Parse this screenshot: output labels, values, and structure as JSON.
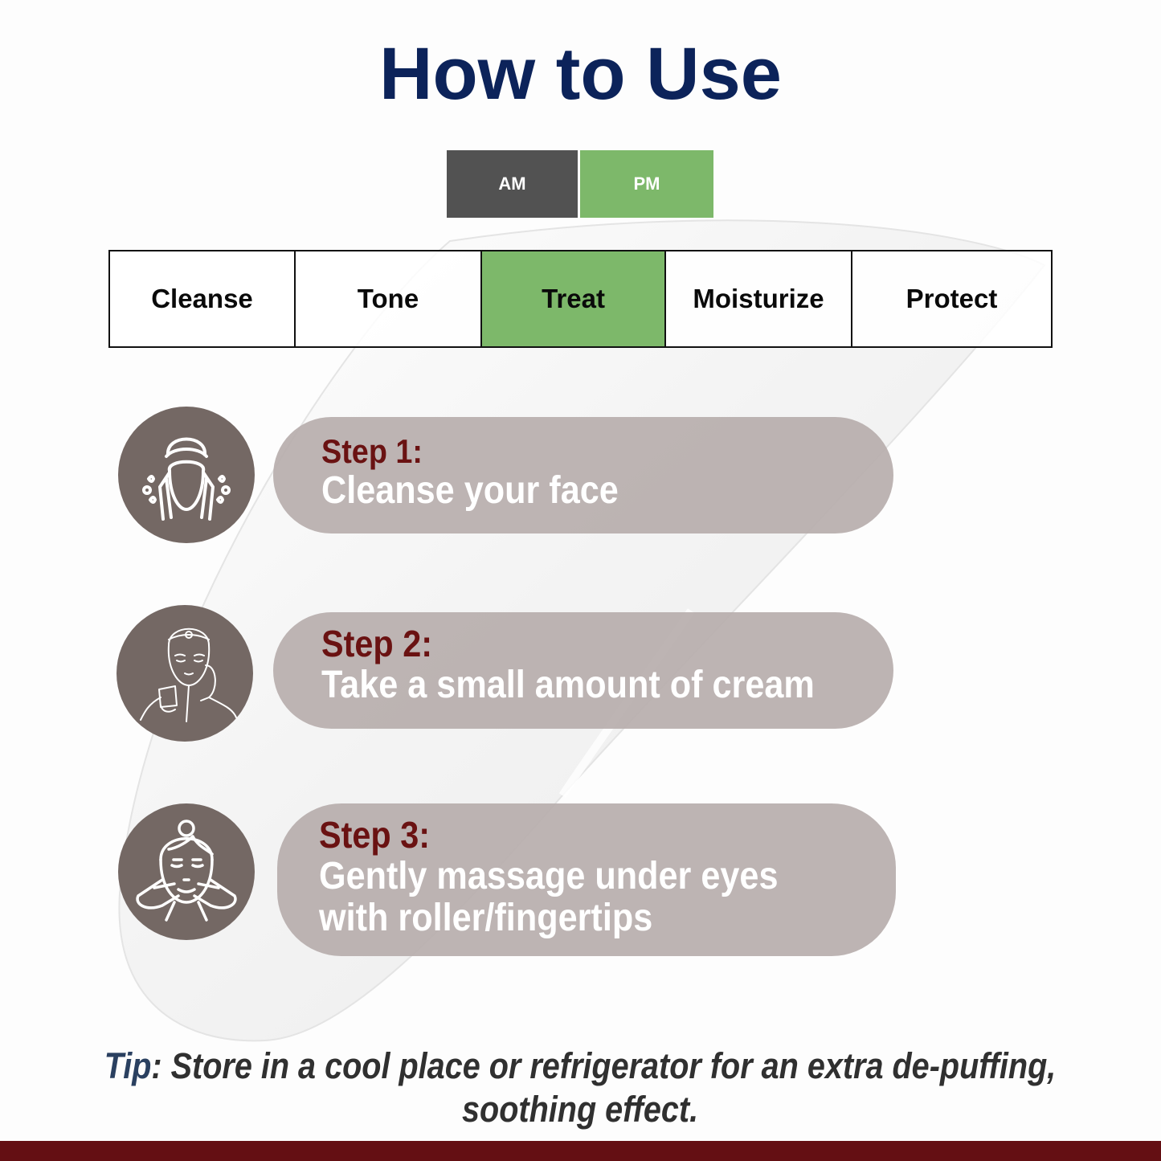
{
  "header": {
    "title": "How to Use"
  },
  "time_toggle": {
    "options": [
      {
        "label": "AM",
        "color": "#525252",
        "selected": false
      },
      {
        "label": "PM",
        "color": "#7db86a",
        "selected": true
      }
    ]
  },
  "routine": {
    "steps": [
      {
        "label": "Cleanse",
        "active": false
      },
      {
        "label": "Tone",
        "active": false
      },
      {
        "label": "Treat",
        "active": true
      },
      {
        "label": "Moisturize",
        "active": false
      },
      {
        "label": "Protect",
        "active": false
      }
    ],
    "active_color": "#7db86a"
  },
  "steps": [
    {
      "label": "Step 1:",
      "text": "Cleanse your face",
      "icon": "face-washing-icon"
    },
    {
      "label": "Step 2:",
      "text": "Take a small amount of cream",
      "icon": "apply-cream-icon"
    },
    {
      "label": "Step 3:",
      "text_line1": "Gently massage under eyes",
      "text_line2": "with roller/fingertips",
      "icon": "face-massage-icon"
    }
  ],
  "tip": {
    "key": "Tip",
    "line1": ": Store in a cool place or refrigerator for an extra de-puffing,",
    "line2": "soothing effect."
  },
  "colors": {
    "title": "#0c235a",
    "step_label": "#6a1212",
    "pill": "#b7aeac",
    "icon_circle": "#746864",
    "footer": "#640f13"
  }
}
